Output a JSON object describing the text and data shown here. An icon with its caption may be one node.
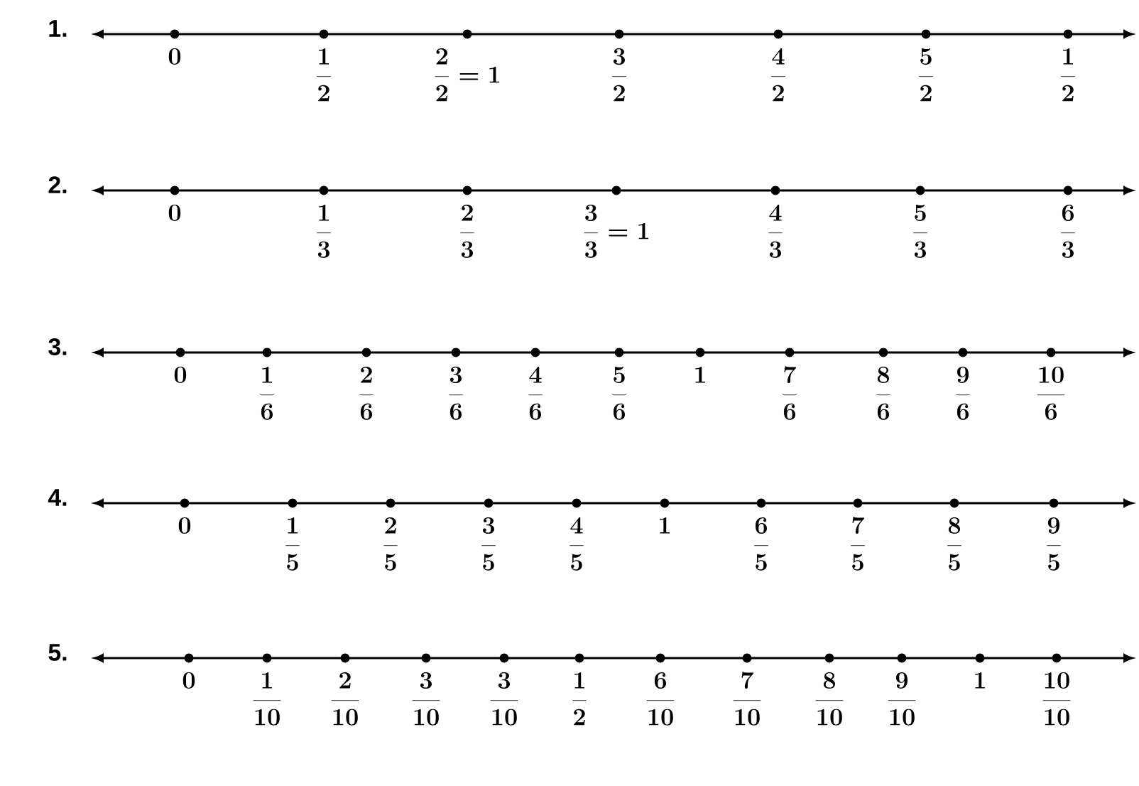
{
  "diagram": {
    "labels": [
      "1.",
      "0",
      "\\frac{1}{2}",
      "\\frac{2}{2}=1",
      "\\frac{3}{2}",
      "\\frac{4}{2}",
      "\\frac{5}{2}",
      "\\frac{1}{2}",
      "2.",
      "0",
      "\\frac{1}{3}",
      "\\frac{2}{3}",
      "\\frac{3}{3}=1",
      "\\frac{4}{3}",
      "\\frac{5}{3}",
      "\\frac{6}{3}",
      "3.",
      "0",
      "\\frac{1}{6}",
      "\\frac{2}{6}",
      "\\frac{3}{6}",
      "\\frac{4}{6}",
      "\\frac{5}{6}",
      "1",
      "\\frac{7}{6}",
      "\\frac{8}{6}",
      "\\frac{9}{6}",
      "\\frac{10}{6}",
      "4.",
      "0",
      "\\frac{1}{5}",
      "\\frac{2}{5}",
      "\\frac{3}{5}",
      "\\frac{4}{5}",
      "1",
      "\\frac{6}{5}",
      "\\frac{7}{5}",
      "\\frac{8}{5}",
      "\\frac{9}{5}",
      "5.",
      "0",
      "\\frac{1}{10}",
      "\\frac{2}{10}",
      "\\frac{3}{10}",
      "\\frac{3}{10}",
      "\\frac{1}{2}",
      "\\frac{6}{10}",
      "\\frac{7}{10}",
      "\\frac{8}{10}",
      "\\frac{9}{10}",
      "1",
      "\\frac{10}{10}"
    ]
  }
}
